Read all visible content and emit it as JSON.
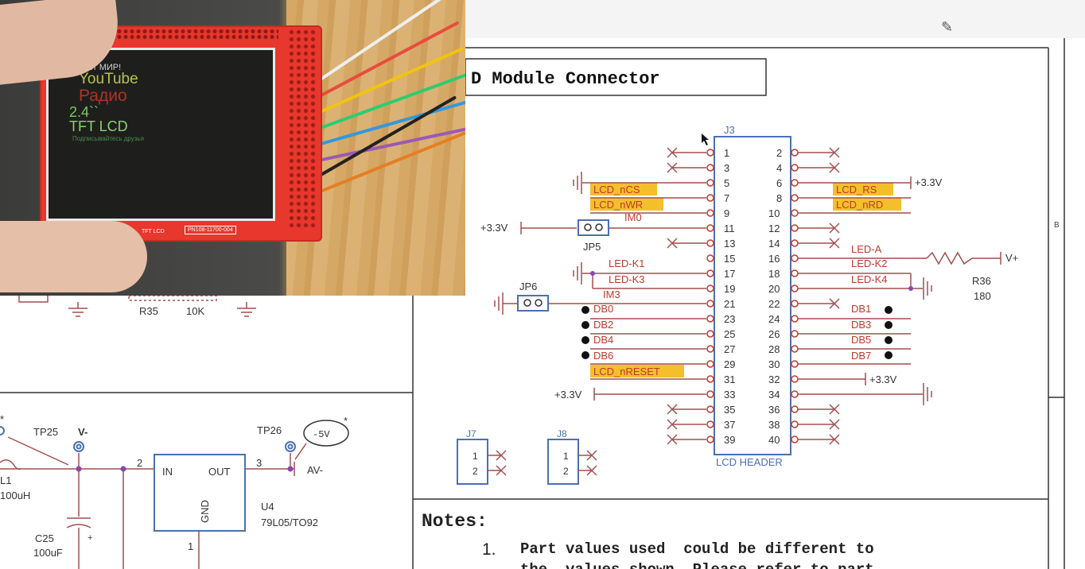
{
  "connector": {
    "title": "D Module Connector",
    "ref": "J3",
    "footer": "LCD HEADER",
    "left_pins": [
      "1",
      "3",
      "5",
      "7",
      "9",
      "11",
      "13",
      "15",
      "17",
      "19",
      "21",
      "23",
      "25",
      "27",
      "29",
      "31",
      "33",
      "35",
      "37",
      "39"
    ],
    "right_pins": [
      "2",
      "4",
      "6",
      "8",
      "10",
      "12",
      "14",
      "16",
      "18",
      "20",
      "22",
      "24",
      "26",
      "28",
      "30",
      "32",
      "34",
      "36",
      "38",
      "40"
    ]
  },
  "signals": {
    "lcd_ncs": "LCD_nCS",
    "lcd_nwr": "LCD_nWR",
    "lcd_rs": "LCD_RS",
    "lcd_nrd": "LCD_nRD",
    "im0": "IM0",
    "im3": "IM3",
    "led_k1": "LED-K1",
    "led_k3": "LED-K3",
    "led_a": "LED-A",
    "led_k2": "LED-K2",
    "led_k4": "LED-K4",
    "db0": "DB0",
    "db2": "DB2",
    "db4": "DB4",
    "db6": "DB6",
    "db1": "DB1",
    "db3": "DB3",
    "db5": "DB5",
    "db7": "DB7",
    "lcd_nreset": "LCD_nRESET",
    "p33v_left_11": "+3.3V",
    "p33v_left_33": "+3.3V",
    "p33v_right_6": "+3.3V",
    "p33v_right_32": "+3.3V",
    "vplus": "V+"
  },
  "jumpers": {
    "jp5": "JP5",
    "jp6": "JP6"
  },
  "r36": {
    "ref": "R36",
    "value": "180"
  },
  "j7": {
    "ref": "J7",
    "pins": [
      "1",
      "2"
    ]
  },
  "j8": {
    "ref": "J8",
    "pins": [
      "1",
      "2"
    ]
  },
  "left_schematic": {
    "r35": "R35",
    "r35_value": "10K",
    "tp25": "TP25",
    "tp26": "TP26",
    "vminus": "V-",
    "avminus": "AV-",
    "neg5v": "-5V",
    "asterisk": "*",
    "l1": "L1",
    "l1_value": "100uH",
    "c25": "C25",
    "c25_value": "100uF",
    "c25_plus": "+",
    "u4_ref": "U4",
    "u4_part": "79L05/TO92",
    "u4_in": "IN",
    "u4_out": "OUT",
    "u4_gnd": "GND",
    "pin1": "1",
    "pin2": "2",
    "pin3": "3"
  },
  "notes": {
    "heading": "Notes",
    "colon": ":",
    "item1_num": "1.",
    "item1_line1": "Part values used  could be different to",
    "item1_line2": "the  values shown. Please refer to part"
  },
  "margin_letter": "B",
  "photo_screen": {
    "line1": "Привет МИР!",
    "line2": "YouTube",
    "line3": "Радио",
    "line4": "2.4``",
    "line5": "TFT LCD",
    "line6": "Подписывайтесь друзья",
    "board_label": "TFT LCD",
    "board_label2": "PN108-11700-004"
  },
  "colors": {
    "wire": "#a24f4f",
    "pin": "#c0392b",
    "box": "#4b6fb5",
    "highlight": "#f3c02b"
  }
}
